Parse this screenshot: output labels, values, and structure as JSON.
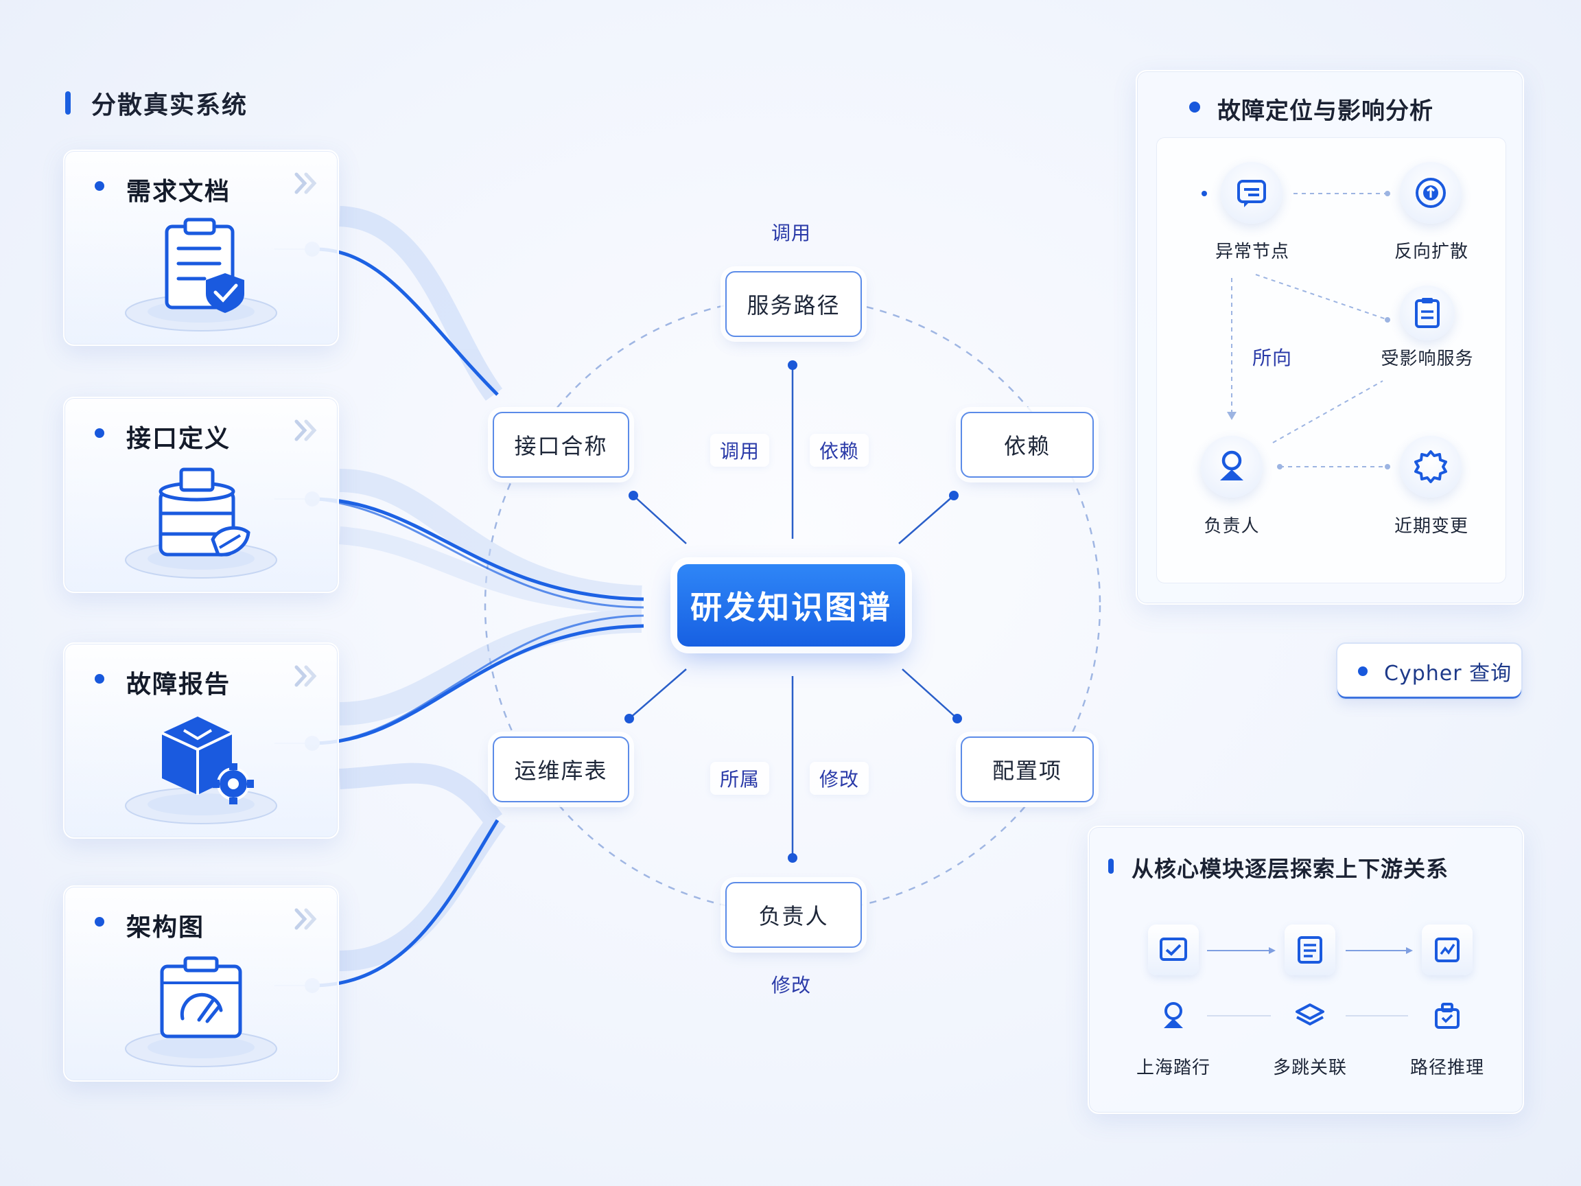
{
  "left_section": {
    "title": "分散真实系统",
    "sources": [
      {
        "title": "需求文档",
        "icon": "requirements-clipboard-shield-icon"
      },
      {
        "title": "接口定义",
        "icon": "interface-database-icon"
      },
      {
        "title": "故障报告",
        "icon": "fault-cube-gear-icon"
      },
      {
        "title": "架构图",
        "icon": "architecture-chart-icon"
      }
    ]
  },
  "graph": {
    "center": "研发知识图谱",
    "nodes": {
      "service_path": "服务路径",
      "interface_name": "接口合称",
      "dependency": "依赖",
      "ops_table": "运维库表",
      "config_item": "配置项",
      "owner": "负责人"
    },
    "edge_labels": {
      "top": "调用",
      "upper_left": "调用",
      "upper_right": "依赖",
      "lower_left": "所属",
      "lower_right": "修改",
      "bottom": "修改"
    }
  },
  "fault_panel": {
    "title": "故障定位与影响分析",
    "items": {
      "abnormal_node": "异常节点",
      "reverse_spread": "反向扩散",
      "affected_service": "受影响服务",
      "owner": "负责人",
      "recent_change": "近期变更"
    },
    "arrow_label": "所向"
  },
  "cypher_button": {
    "label": "Cypher 查询"
  },
  "explore_panel": {
    "title": "从核心模块逐层探索上下游关系",
    "labels": [
      "上海踏行",
      "多跳关联",
      "路径推理"
    ]
  },
  "colors": {
    "accent": "#1b5fe0",
    "center_gradient_top": "#2f86f7",
    "center_gradient_bottom": "#1760e2",
    "edge_label": "#2a3aa8",
    "node_border": "#5b8be8"
  }
}
